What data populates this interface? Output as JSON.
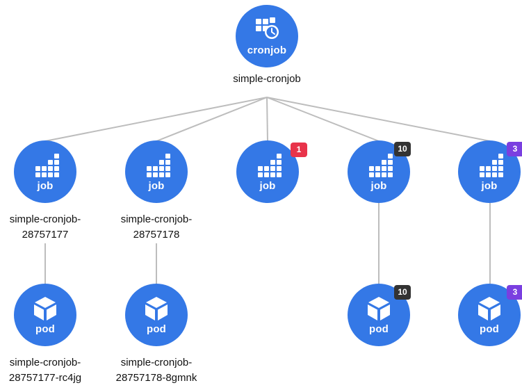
{
  "colors": {
    "node_fill": "#3478e6",
    "edge": "#bdbdbd",
    "badge_red": "#e8334a",
    "badge_dark": "#333333",
    "badge_purple": "#7a3fe0"
  },
  "root": {
    "kind": "cronjob",
    "icon": "cronjob-icon",
    "name": "simple-cronjob"
  },
  "jobs": [
    {
      "kind": "job",
      "icon": "job-icon",
      "name_line1": "simple-cronjob-",
      "name_line2": "28757177"
    },
    {
      "kind": "job",
      "icon": "job-icon",
      "name_line1": "simple-cronjob-",
      "name_line2": "28757178"
    },
    {
      "kind": "job",
      "icon": "job-icon",
      "badge": "1"
    },
    {
      "kind": "job",
      "icon": "job-icon",
      "badge": "10"
    },
    {
      "kind": "job",
      "icon": "job-icon",
      "badge": "3"
    }
  ],
  "pods": [
    {
      "kind": "pod",
      "icon": "pod-icon",
      "name_line1": "simple-cronjob-",
      "name_line2": "28757177-rc4jg"
    },
    {
      "kind": "pod",
      "icon": "pod-icon",
      "name_line1": "simple-cronjob-",
      "name_line2": "28757178-8gmnk"
    },
    {
      "kind": "pod",
      "icon": "pod-icon",
      "badge": "10"
    },
    {
      "kind": "pod",
      "icon": "pod-icon",
      "badge": "3"
    }
  ]
}
